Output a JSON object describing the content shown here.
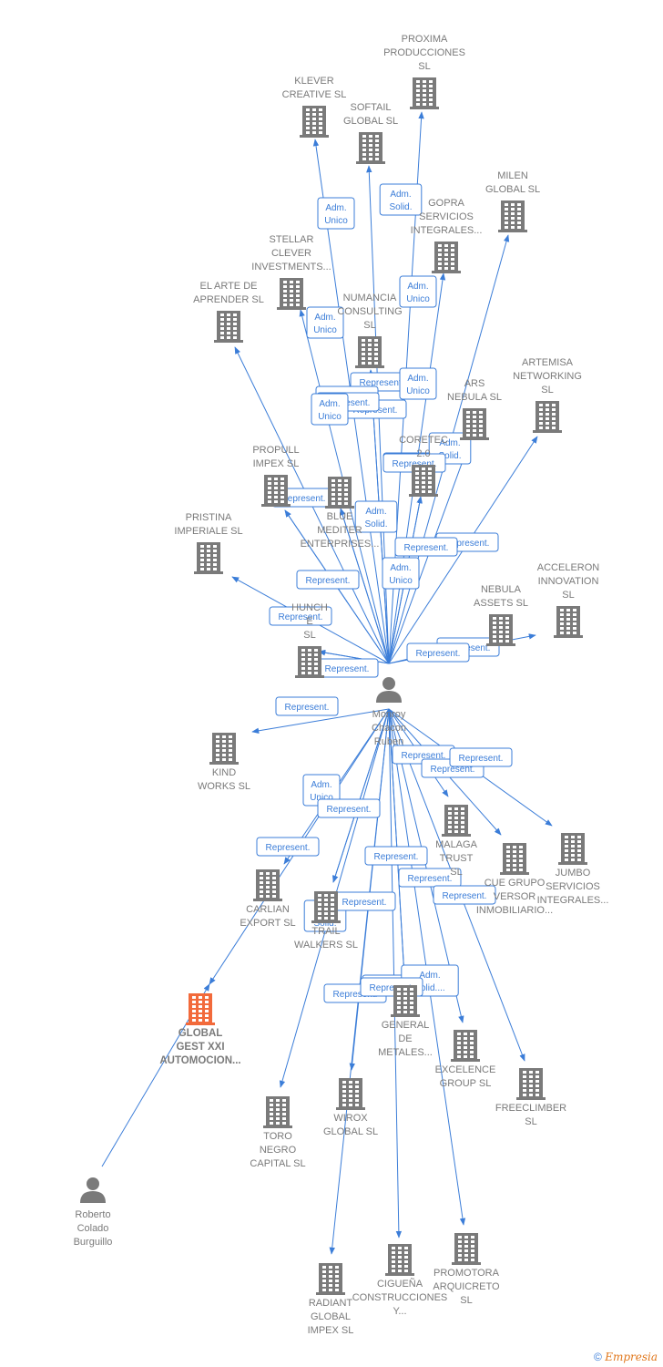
{
  "colors": {
    "company": "#7a7a7a",
    "focus_company": "#f26a3b",
    "person": "#7a7a7a",
    "edge": "#3b7dd8"
  },
  "icons": {
    "company": "building-icon",
    "person": "person-icon"
  },
  "nodes": [
    {
      "id": "monroy",
      "type": "person",
      "label": [
        "Monroy",
        "Chacon",
        "Ruben"
      ]
    },
    {
      "id": "roberto",
      "type": "person",
      "label": [
        "Roberto",
        "Colado",
        "Burguillo"
      ]
    },
    {
      "id": "global_gest",
      "type": "company",
      "focus": true,
      "label": [
        "GLOBAL",
        "GEST XXI",
        "AUTOMOCION..."
      ]
    },
    {
      "id": "proxima",
      "type": "company",
      "label": [
        "PROXIMA",
        "PRODUCCIONES",
        "SL"
      ]
    },
    {
      "id": "klever",
      "type": "company",
      "label": [
        "KLEVER",
        "CREATIVE  SL"
      ]
    },
    {
      "id": "softail",
      "type": "company",
      "label": [
        "SOFTAIL",
        "GLOBAL  SL"
      ]
    },
    {
      "id": "milen",
      "type": "company",
      "label": [
        "MILEN",
        "GLOBAL  SL"
      ]
    },
    {
      "id": "gopra",
      "type": "company",
      "label": [
        "GOPRA",
        "SERVICIOS",
        "INTEGRALES..."
      ]
    },
    {
      "id": "stellar",
      "type": "company",
      "label": [
        "STELLAR",
        "CLEVER",
        "INVESTMENTS..."
      ]
    },
    {
      "id": "el_arte",
      "type": "company",
      "label": [
        "EL ARTE DE",
        "APRENDER  SL"
      ]
    },
    {
      "id": "numancia",
      "type": "company",
      "label": [
        "NUMANCIA",
        "CONSULTING",
        "SL"
      ]
    },
    {
      "id": "artemisa",
      "type": "company",
      "label": [
        "ARTEMISA",
        "NETWORKING",
        "SL"
      ]
    },
    {
      "id": "ars_nebula",
      "type": "company",
      "label": [
        "ARS",
        "NEBULA  SL"
      ]
    },
    {
      "id": "blue_mediter",
      "type": "company",
      "label": [
        "BLUE",
        "MEDITER",
        "ENTERPRISES..."
      ]
    },
    {
      "id": "coretec",
      "type": "company",
      "label": [
        "CORETEC",
        "2.0"
      ]
    },
    {
      "id": "propull",
      "type": "company",
      "label": [
        "PROPULL",
        "IMPEX  SL"
      ]
    },
    {
      "id": "pristina",
      "type": "company",
      "label": [
        "PRISTINA",
        "IMPERIALE  SL"
      ]
    },
    {
      "id": "acceleron",
      "type": "company",
      "label": [
        "ACCELERON",
        "INNOVATION",
        "SL"
      ]
    },
    {
      "id": "nebula_assets",
      "type": "company",
      "label": [
        "NEBULA",
        "ASSETS  SL"
      ]
    },
    {
      "id": "hunch",
      "type": "company",
      "label": [
        "HUNCH",
        "E",
        "SL"
      ]
    },
    {
      "id": "kind_works",
      "type": "company",
      "label": [
        "KIND",
        "WORKS  SL"
      ]
    },
    {
      "id": "malaga_trust",
      "type": "company",
      "label": [
        "MALAGA",
        "TRUST",
        "SL"
      ]
    },
    {
      "id": "cue_grupo",
      "type": "company",
      "label": [
        "CUE GRUPO",
        "VERSOR",
        "INMOBILIARIO..."
      ]
    },
    {
      "id": "jumbo",
      "type": "company",
      "label": [
        "JUMBO",
        "SERVICIOS",
        "INTEGRALES..."
      ]
    },
    {
      "id": "carlian",
      "type": "company",
      "label": [
        "CARLIAN",
        "EXPORT  SL"
      ]
    },
    {
      "id": "trail_walkers",
      "type": "company",
      "label": [
        "TRAIL",
        "WALKERS  SL"
      ]
    },
    {
      "id": "general_metales",
      "type": "company",
      "label": [
        "GENERAL",
        "DE",
        "METALES..."
      ]
    },
    {
      "id": "excelence",
      "type": "company",
      "label": [
        "EXCELENCE",
        "GROUP  SL"
      ]
    },
    {
      "id": "freeclimber",
      "type": "company",
      "label": [
        "FREECLIMBER",
        "SL"
      ]
    },
    {
      "id": "toro_negro",
      "type": "company",
      "label": [
        "TORO",
        "NEGRO",
        "CAPITAL  SL"
      ]
    },
    {
      "id": "wirox",
      "type": "company",
      "label": [
        "WIROX",
        "GLOBAL  SL"
      ]
    },
    {
      "id": "radiant",
      "type": "company",
      "label": [
        "RADIANT",
        "GLOBAL",
        "IMPEX  SL"
      ]
    },
    {
      "id": "ciguena",
      "type": "company",
      "label": [
        "CIGUEÑA",
        "CONSTRUCCIONES",
        "Y..."
      ]
    },
    {
      "id": "promotora",
      "type": "company",
      "label": [
        "PROMOTORA",
        "ARQUICRETO",
        "SL"
      ]
    }
  ],
  "edges": [
    {
      "from": "monroy",
      "to": "klever",
      "label": [
        "Adm.",
        "Unico"
      ]
    },
    {
      "from": "monroy",
      "to": "proxima",
      "label": [
        "Adm.",
        "Solid."
      ]
    },
    {
      "from": "monroy",
      "to": "softail",
      "label": [
        "Represent."
      ]
    },
    {
      "from": "monroy",
      "to": "milen",
      "label": [
        "Represent."
      ]
    },
    {
      "from": "monroy",
      "to": "gopra",
      "label": [
        "Adm.",
        "Unico"
      ]
    },
    {
      "from": "monroy",
      "to": "stellar",
      "label": [
        "Adm.",
        "Unico"
      ]
    },
    {
      "from": "monroy",
      "to": "el_arte",
      "label": [
        "Represent."
      ]
    },
    {
      "from": "monroy",
      "to": "numancia",
      "label": [
        "Represent."
      ]
    },
    {
      "from": "monroy",
      "to": "numancia",
      "label": [
        "Adm.",
        "Unico"
      ]
    },
    {
      "from": "monroy",
      "to": "artemisa",
      "label": [
        "Represent."
      ]
    },
    {
      "from": "monroy",
      "to": "ars_nebula",
      "label": [
        "Represent."
      ]
    },
    {
      "from": "monroy",
      "to": "blue_mediter",
      "label": [
        "Represent."
      ]
    },
    {
      "from": "monroy",
      "to": "blue_mediter",
      "label": [
        "Adm.",
        "Unico"
      ]
    },
    {
      "from": "monroy",
      "to": "coretec",
      "label": [
        "Adm.",
        "Solid."
      ]
    },
    {
      "from": "monroy",
      "to": "coretec",
      "label": [
        "Represent."
      ]
    },
    {
      "from": "monroy",
      "to": "propull",
      "label": [
        "Represent."
      ]
    },
    {
      "from": "monroy",
      "to": "propull",
      "label": [
        "Adm.",
        "Solid."
      ]
    },
    {
      "from": "monroy",
      "to": "pristina",
      "label": [
        "Represent."
      ]
    },
    {
      "from": "monroy",
      "to": "acceleron",
      "label": [
        "Represent."
      ]
    },
    {
      "from": "monroy",
      "to": "nebula_assets",
      "label": [
        "Represent."
      ]
    },
    {
      "from": "monroy",
      "to": "hunch",
      "label": [
        "Represent."
      ]
    },
    {
      "from": "monroy",
      "to": "hunch",
      "label": [
        "Represent."
      ]
    },
    {
      "from": "monroy",
      "to": "kind_works",
      "label": [
        "Represent."
      ]
    },
    {
      "from": "monroy",
      "to": "malaga_trust",
      "label": [
        "Represent."
      ]
    },
    {
      "from": "monroy",
      "to": "cue_grupo",
      "label": [
        "Represent."
      ]
    },
    {
      "from": "monroy",
      "to": "jumbo",
      "label": [
        "Represent."
      ]
    },
    {
      "from": "monroy",
      "to": "global_gest",
      "label": [
        "Adm.",
        "Unico"
      ]
    },
    {
      "from": "monroy",
      "to": "carlian",
      "label": [
        "Represent."
      ]
    },
    {
      "from": "monroy",
      "to": "trail_walkers",
      "label": [
        "Represent."
      ]
    },
    {
      "from": "monroy",
      "to": "trail_walkers",
      "label": [
        "Adm.",
        "Solid."
      ]
    },
    {
      "from": "monroy",
      "to": "general_metales",
      "label": [
        "Represent."
      ]
    },
    {
      "from": "monroy",
      "to": "general_metales",
      "label": [
        "Adm.",
        "Solid...."
      ]
    },
    {
      "from": "monroy",
      "to": "excelence",
      "label": [
        "Represent."
      ]
    },
    {
      "from": "monroy",
      "to": "freeclimber",
      "label": [
        "Represent."
      ]
    },
    {
      "from": "monroy",
      "to": "toro_negro",
      "label": [
        "Represent."
      ]
    },
    {
      "from": "monroy",
      "to": "wirox",
      "label": [
        "Represent."
      ]
    },
    {
      "from": "monroy",
      "to": "radiant",
      "label": [
        "Represent."
      ]
    },
    {
      "from": "monroy",
      "to": "ciguena",
      "label": [
        "Represent."
      ]
    },
    {
      "from": "monroy",
      "to": "promotora",
      "label": [
        "Represent."
      ]
    },
    {
      "from": "roberto",
      "to": "global_gest",
      "label": [
        "Adm.",
        "Unico"
      ]
    }
  ],
  "footer": {
    "copyright_symbol": "©",
    "brand": "Empresia"
  }
}
